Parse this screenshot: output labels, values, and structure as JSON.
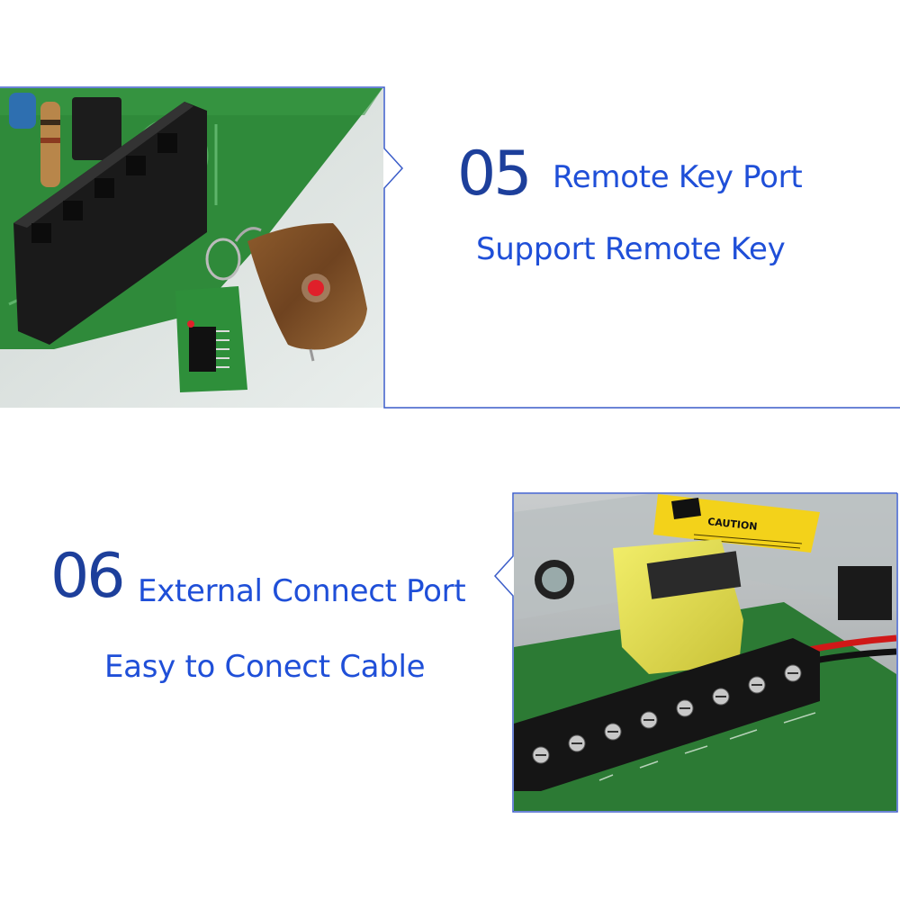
{
  "features": [
    {
      "number": "05",
      "title": "Remote Key Port",
      "subtitle": "Support Remote Key",
      "image": "pcb-board-with-remote-key-fob-and-receiver"
    },
    {
      "number": "06",
      "title": "External Connect Port",
      "subtitle": "Easy to Conect Cable",
      "image": "power-supply-terminal-block-with-caution-label"
    }
  ],
  "colors": {
    "number": "#1d3f9b",
    "text": "#1f4fd8",
    "frame_line": "#3a5cc8",
    "pcb_green": "#2f8a3a",
    "connector": "#1a1a1a",
    "key_fob": "#7a4a22",
    "button": "#e0202a",
    "caution_label": "#f3d21a",
    "transformer": "#e8e24a"
  },
  "labels": {
    "caution": "CAUTION"
  }
}
